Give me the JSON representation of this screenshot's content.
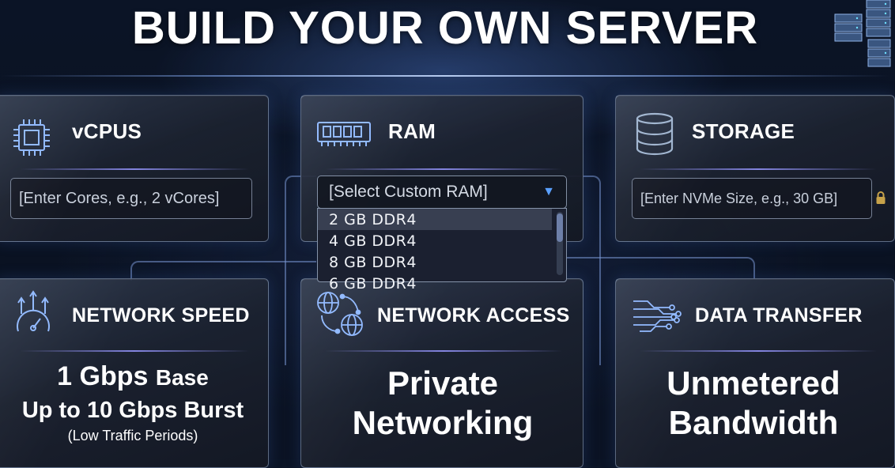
{
  "page": {
    "title": "BUILD YOUR OWN SERVER"
  },
  "vcpus": {
    "title": "vCPUS",
    "input_placeholder": "[Enter Cores, e.g., 2 vCores]"
  },
  "ram": {
    "title": "RAM",
    "select_value": "[Select Custom RAM]",
    "options": [
      "2 GB DDR4",
      "4 GB DDR4",
      "8 GB DDR4",
      "6 GB DDR4"
    ],
    "selected_option": "2 GB DDR4"
  },
  "storage": {
    "title": "STORAGE",
    "input_placeholder": "[Enter NVMe Size, e.g., 30 GB]"
  },
  "network_speed": {
    "title": "NETWORK SPEED",
    "line1_value": "1 Gbps",
    "line1_suffix": "Base",
    "line2": "Up to 10 Gbps Burst",
    "line3": "(Low Traffic Periods)"
  },
  "network_access": {
    "title": "NETWORK ACCESS",
    "line1": "Private",
    "line2": "Networking"
  },
  "data_transfer": {
    "title": "DATA TRANSFER",
    "line1": "Unmetered",
    "line2": "Bandwidth"
  },
  "colors": {
    "background": "#0b1426",
    "accent": "#5aa0ff",
    "divider": "#9696ff",
    "lock": "#c7a24a"
  },
  "icons": {
    "vcpus": "cpu-chip-icon",
    "ram": "memory-module-icon",
    "storage": "database-icon",
    "network_speed": "speedometer-icon",
    "network_access": "globe-network-icon",
    "data_transfer": "circuit-lines-icon",
    "storage_field": "lock-icon",
    "ram_select": "chevron-down-icon"
  }
}
